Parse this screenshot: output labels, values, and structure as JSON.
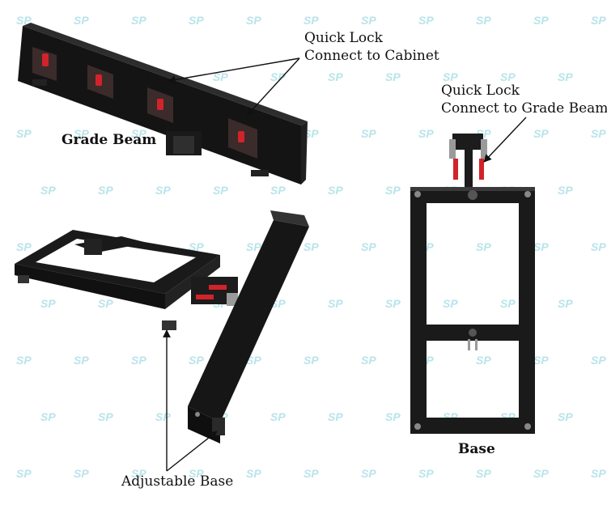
{
  "labels": {
    "quick_lock_cabinet": {
      "line1": "Quick Lock",
      "line2": "Connect to Cabinet"
    },
    "grade_beam": "Grade Beam",
    "quick_lock_beam": {
      "line1": "Quick Lock",
      "line2": "Connect to Grade Beam"
    },
    "base": "Base",
    "adjustable_base": "Adjustable Base"
  },
  "watermark": {
    "text": "SP",
    "color": "#b8e4ea"
  },
  "colors": {
    "steel": "#1c1c1c",
    "steel_edge": "#3a3a3a",
    "lock_red": "#d2232a",
    "arrow": "#111111"
  }
}
